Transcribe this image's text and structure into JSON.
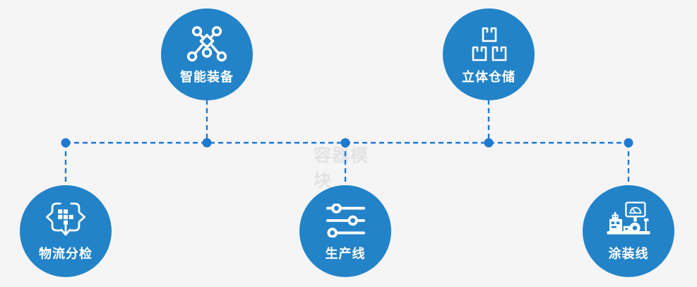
{
  "watermark": {
    "text": "容器模块"
  },
  "nodes": [
    {
      "id": "smart-equipment",
      "label": "智能装备",
      "icon": "network-nodes-icon",
      "row": "top"
    },
    {
      "id": "stereo-warehouse",
      "label": "立体仓储",
      "icon": "stacked-boxes-icon",
      "row": "top"
    },
    {
      "id": "logistics-sorting",
      "label": "物流分检",
      "icon": "sort-distribute-icon",
      "row": "bottom"
    },
    {
      "id": "production-line",
      "label": "生产线",
      "icon": "sliders-icon",
      "row": "bottom"
    },
    {
      "id": "coating-line",
      "label": "涂装线",
      "icon": "machine-console-icon",
      "row": "bottom"
    }
  ],
  "colors": {
    "background": "#f5f5f6",
    "node_fill": "#2383c8",
    "connector": "#1f79cf",
    "label_text": "#ffffff",
    "watermark_text": "#e3e3e5"
  }
}
